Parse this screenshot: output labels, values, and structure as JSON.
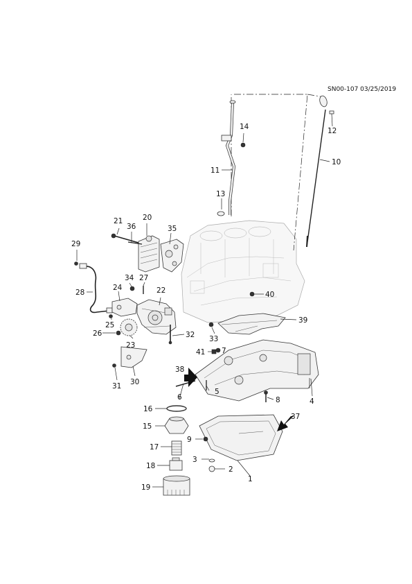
{
  "diagram_code": "SN00-107 03/25/2019",
  "callouts": [
    "1",
    "2",
    "3",
    "4",
    "5",
    "6",
    "7",
    "8",
    "9",
    "10",
    "11",
    "12",
    "13",
    "14",
    "15",
    "16",
    "17",
    "18",
    "19",
    "20",
    "21",
    "22",
    "23",
    "24",
    "25",
    "26",
    "27",
    "28",
    "29",
    "30",
    "31",
    "32",
    "33",
    "34",
    "35",
    "36",
    "37",
    "38",
    "39",
    "40",
    "41"
  ]
}
